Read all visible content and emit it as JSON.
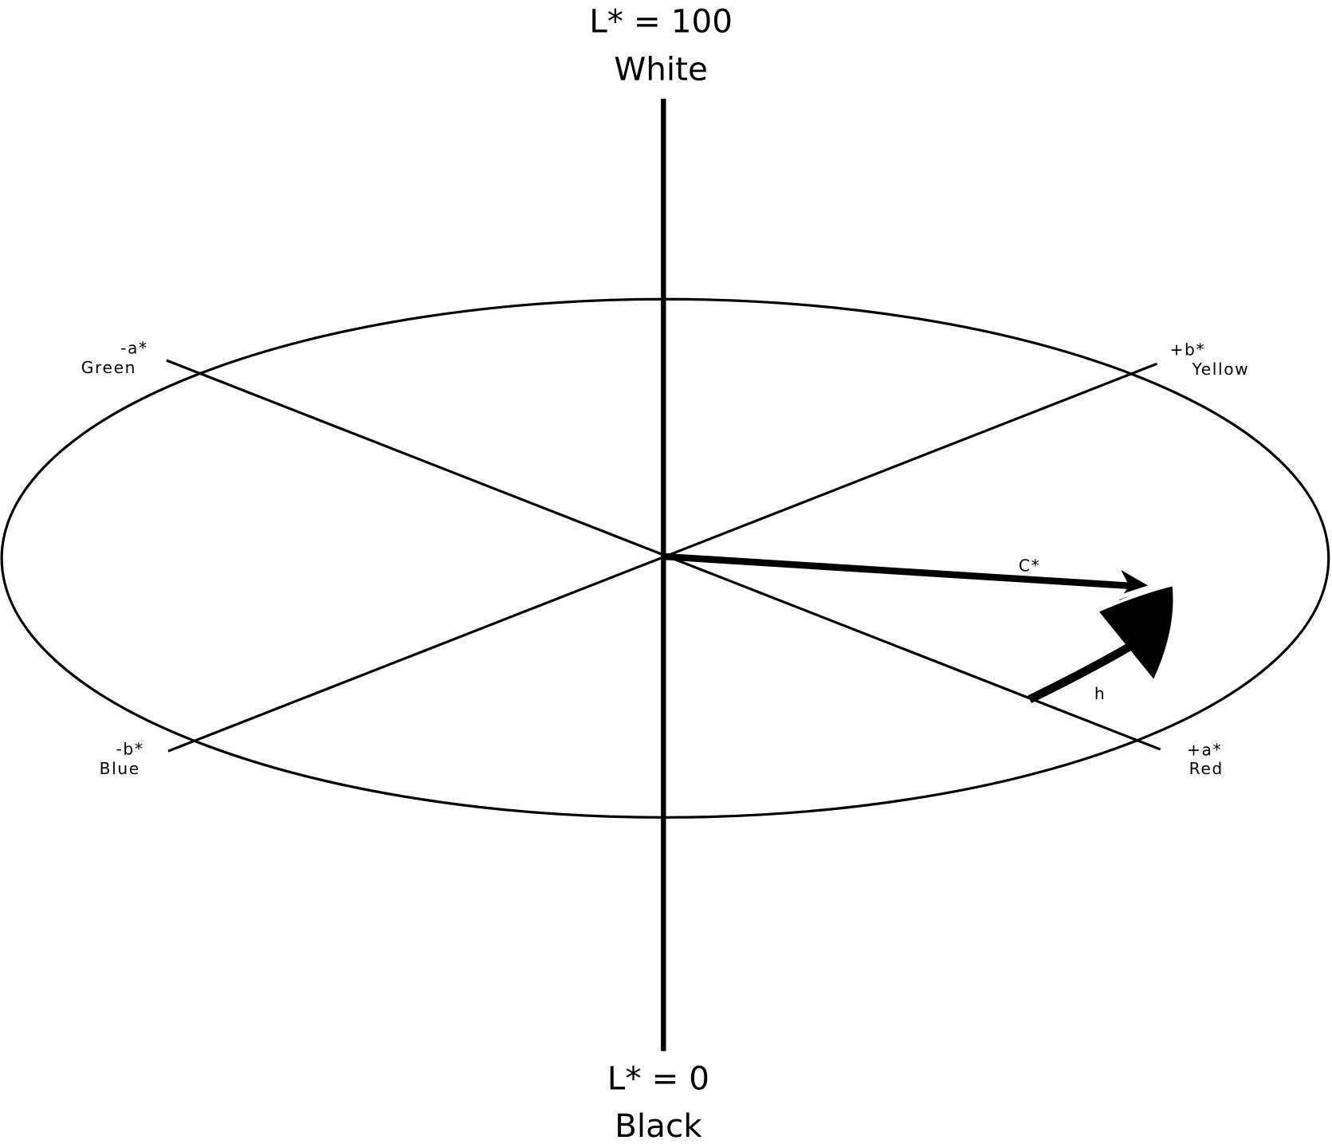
{
  "title": "CIE L*a*b* / L*C*h color space",
  "axes": {
    "top": {
      "value": "L* = 100",
      "name": "White"
    },
    "bottom": {
      "value": "L* = 0",
      "name": "Black"
    },
    "neg_a": {
      "value": "-a*",
      "name": "Green"
    },
    "pos_b": {
      "value": "+b*",
      "name": "Yellow"
    },
    "neg_b": {
      "value": "-b*",
      "name": "Blue"
    },
    "pos_a": {
      "value": "+a*",
      "name": "Red"
    }
  },
  "vectors": {
    "chroma": "C*",
    "hue": "h"
  },
  "colors": {
    "stroke": "#000000",
    "background": "#ffffff"
  }
}
